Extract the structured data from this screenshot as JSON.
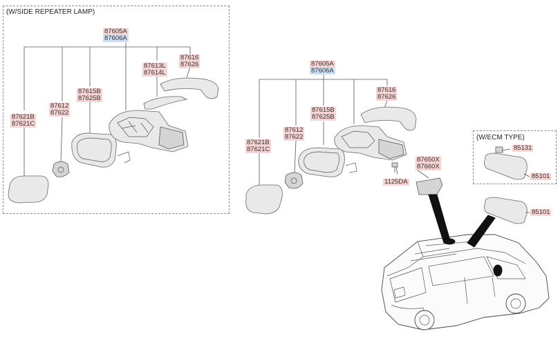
{
  "frames": {
    "side_repeater": "(W/SIDE REPEATER LAMP)",
    "ecm": "(W/ECM TYPE)"
  },
  "left_group": {
    "top_a": "87605A",
    "top_b": "87606A",
    "l_87616": "87616",
    "l_87626": "87626",
    "l_87613L": "87613L",
    "l_87614L": "87614L",
    "l_87615B": "87615B",
    "l_87625B": "87625B",
    "l_87612": "87612",
    "l_87622": "87622",
    "l_87621B": "87621B",
    "l_87621C": "87621C"
  },
  "middle_group": {
    "top_a": "87605A",
    "top_b": "87606A",
    "l_87616": "87616",
    "l_87626": "87626",
    "l_87615B": "87615B",
    "l_87625B": "87625B",
    "l_87612": "87612",
    "l_87622": "87622",
    "l_87621B": "87621B",
    "l_87621C": "87621C",
    "l_87650X": "87650X",
    "l_87660X": "87660X",
    "l_1125DA": "1125DA"
  },
  "ecm_group": {
    "l_85131": "85131",
    "l_85101": "85101"
  },
  "standalone": {
    "l_85101": "85101"
  }
}
